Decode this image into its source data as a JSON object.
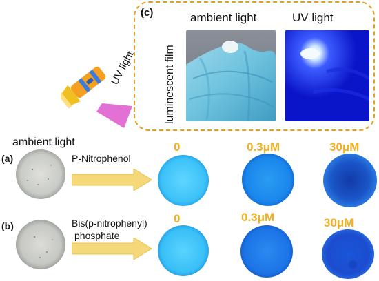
{
  "panel_c": {
    "label": "(c)",
    "vertical_label": "luminescent film",
    "ambient_caption": "ambient light",
    "uv_caption": "UV light"
  },
  "flashlight": {
    "label": "UV light",
    "icon": "flashlight-icon",
    "beam_color": "#e060d0"
  },
  "left_header": "ambient light",
  "row_a": {
    "label": "(a)",
    "reagent": "P-Nitrophenol",
    "concentrations": [
      "0",
      "0.3μM",
      "30μM"
    ]
  },
  "row_b": {
    "label": "(b)",
    "reagent_line1": "Bis(p-nitrophenyl)",
    "reagent_line2": "phosphate",
    "concentrations": [
      "0",
      "0.3μM",
      "30μM"
    ]
  },
  "colors": {
    "accent_orange": "#f0b020",
    "arrow_fill": "#f5d87a",
    "dash_border": "#e0a020"
  }
}
